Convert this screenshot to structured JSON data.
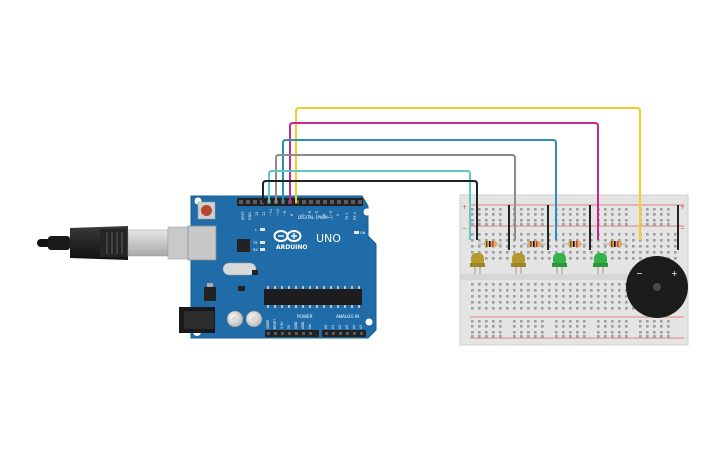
{
  "board": {
    "brand": "ARDUINO",
    "model": "UNO",
    "digital_header": "DIGITAL (PWM~)",
    "power_header": "POWER",
    "analog_header": "ANALOG IN",
    "on_label": "ON",
    "l_label": "L",
    "tx_label": "TX",
    "rx_label": "RX",
    "aref": "AREF",
    "gnd": "GND",
    "pins_top": [
      "13",
      "12",
      "~11",
      "~10",
      "~9",
      "8",
      "7",
      "~6",
      "~5",
      "4",
      "~3",
      "2",
      "TX 1",
      "RX 0"
    ],
    "pins_power": [
      "IOREF",
      "RESET",
      "3.3V",
      "5V",
      "GND",
      "GND",
      "Vin"
    ],
    "pins_analog": [
      "A0",
      "A1",
      "A2",
      "A3",
      "A4",
      "A5"
    ]
  },
  "breadboard": {
    "plus": "+",
    "minus": "−"
  },
  "buzzer": {
    "minus": "−",
    "plus": "+"
  },
  "colors": {
    "board": "#1f6ca8",
    "breadboard": "#e4e4e4",
    "wire_yellow": "#f2cc2b",
    "wire_magenta": "#c5278a",
    "wire_blue": "#2c8fb3",
    "wire_grey": "#8c8c8c",
    "wire_cyan": "#5ec6c6",
    "wire_black": "#222222",
    "led_yellow": "#b39a2b",
    "led_green": "#35b24a"
  }
}
